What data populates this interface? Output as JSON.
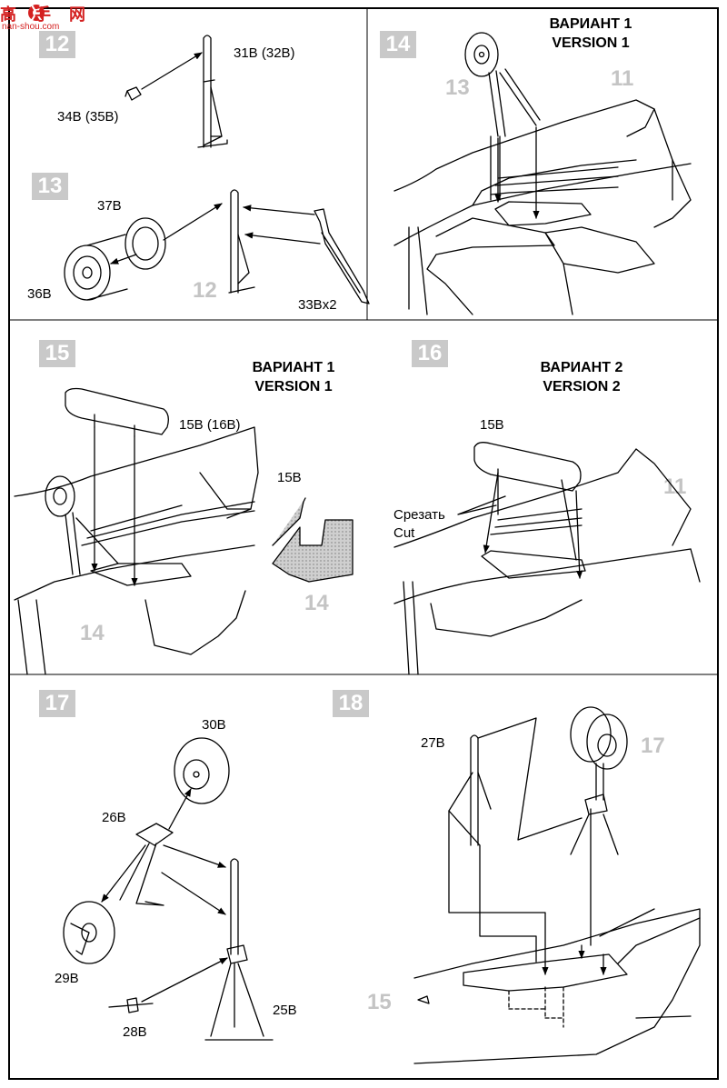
{
  "watermark": {
    "title": "高手网",
    "url": "nan-shou.com"
  },
  "steps": [
    "12",
    "13",
    "14",
    "15",
    "16",
    "17",
    "18"
  ],
  "variants": {
    "v1_ru": "ВАРИАНТ 1",
    "v1_en": "VERSION 1",
    "v2_ru": "ВАРИАНТ 2",
    "v2_en": "VERSION 2"
  },
  "parts": {
    "p31b": "31B (32B)",
    "p34b": "34B (35B)",
    "p37b": "37B",
    "p36b": "36B",
    "p33b": "33Bx2",
    "p15b16b": "15B (16B)",
    "p15b_detail": "15B",
    "p15b_v2": "15B",
    "cut_ru": "Срезать",
    "cut_en": "Cut",
    "p30b": "30B",
    "p26b": "26B",
    "p29b": "29B",
    "p28b": "28B",
    "p25b": "25B",
    "p27b": "27B"
  },
  "refs": {
    "r12": "12",
    "r13": "13",
    "r11a": "11",
    "r14a": "14",
    "r14b": "14",
    "r11b": "11",
    "r17": "17",
    "r15": "15"
  },
  "colors": {
    "step_bg": "#c9c9c9",
    "ghost": "#c4c4c4",
    "ink": "#000000",
    "logo_red": "#d42020"
  }
}
